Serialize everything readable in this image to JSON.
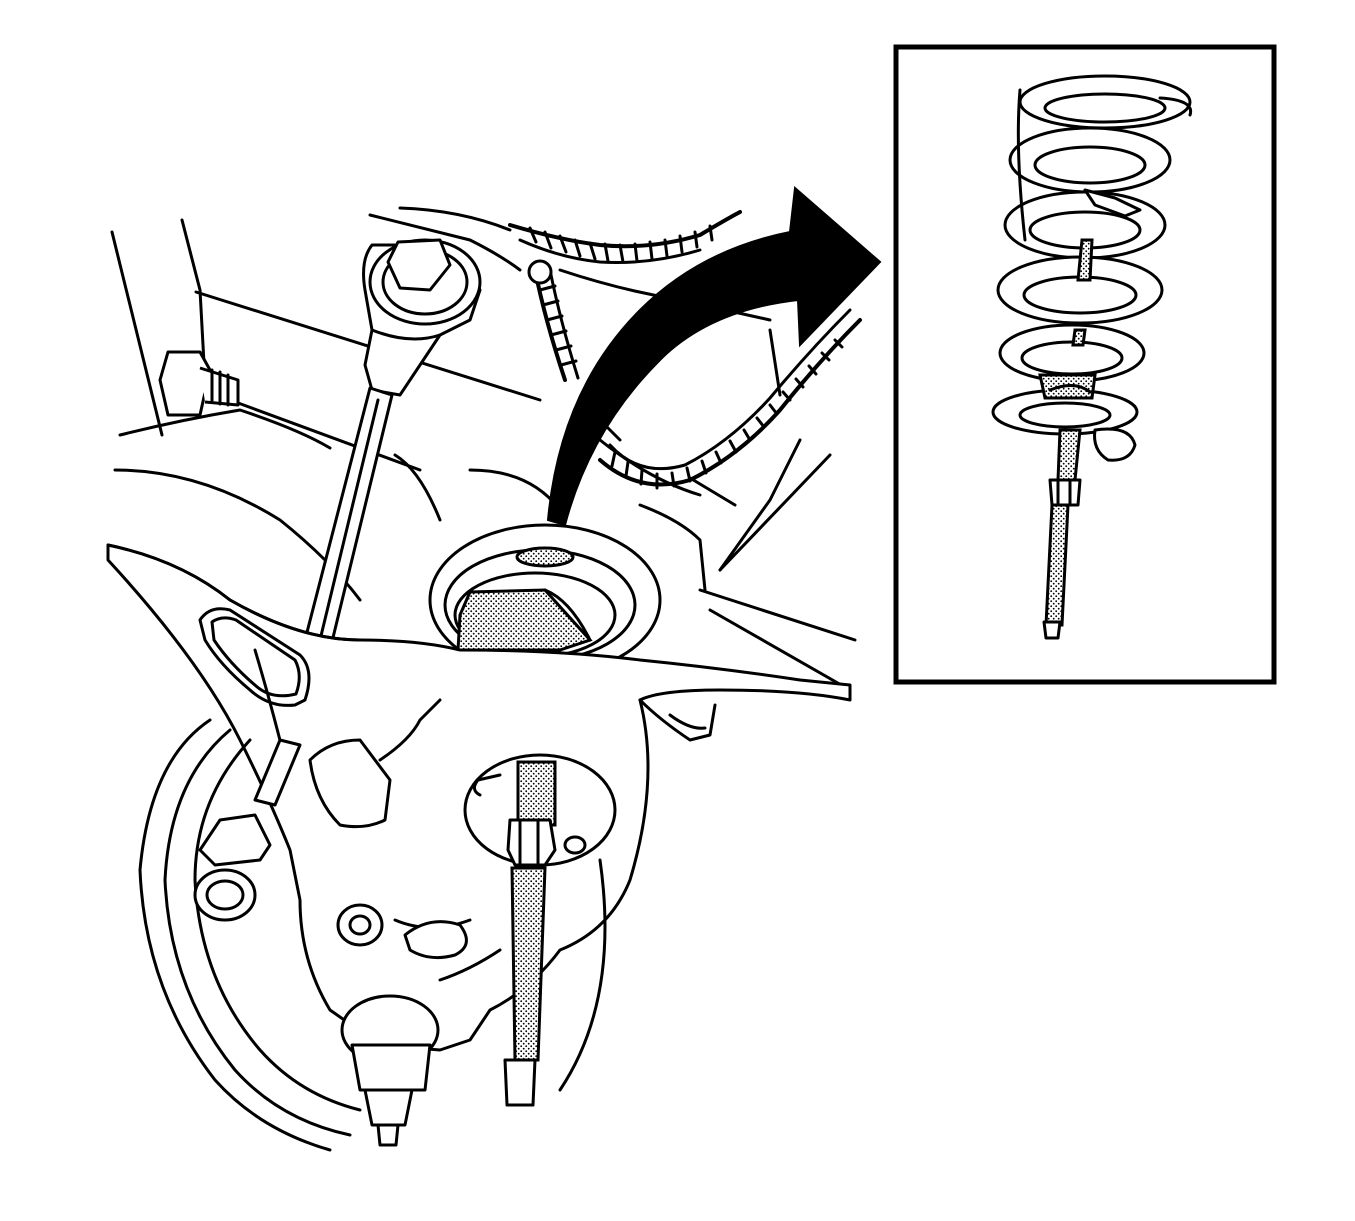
{
  "figure": {
    "main_view": "rear-suspension-lower-control-arm",
    "inset_view": "coil-spring-with-compressor-tool",
    "arrow": "removal-direction-arrow"
  },
  "colors": {
    "line": "#000000",
    "background": "#ffffff",
    "stipple": "#000000"
  }
}
